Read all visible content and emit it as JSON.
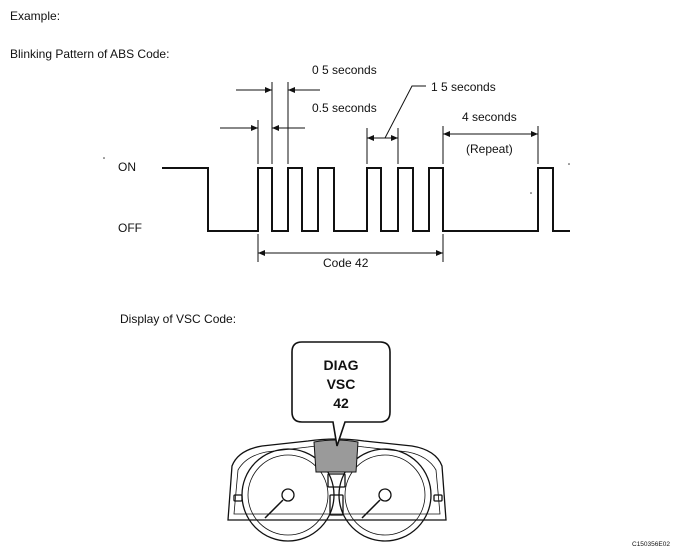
{
  "heading": "Example:",
  "abs_title": "Blinking Pattern of ABS Code:",
  "labels": {
    "on": "ON",
    "off": "OFF",
    "t_05a": "0 5 seconds",
    "t_05b": "0.5 seconds",
    "t_15": "1 5 seconds",
    "t_4": "4 seconds",
    "repeat": "(Repeat)",
    "code": "Code 42"
  },
  "vsc_title": "Display of VSC Code:",
  "display": {
    "line1": "DIAG",
    "line2": "VSC",
    "line3": "42"
  },
  "figure_id": "C150356E02"
}
